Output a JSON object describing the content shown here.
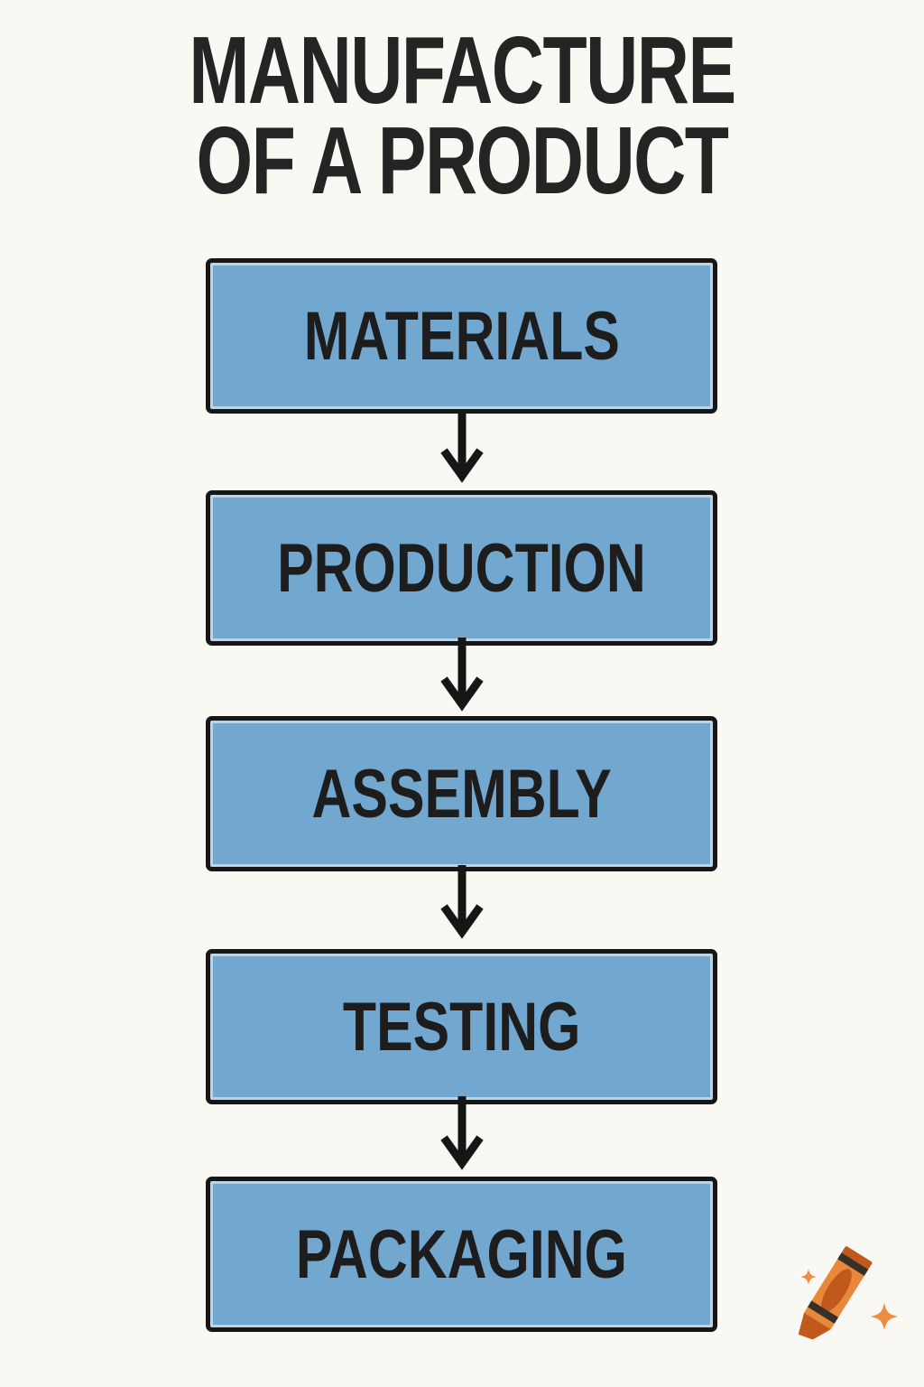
{
  "title": {
    "line1": "MANUFACTURE",
    "line2": "OF A PRODUCT"
  },
  "steps": [
    {
      "label": "MATERIALS"
    },
    {
      "label": "PRODUCTION"
    },
    {
      "label": "ASSEMBLY"
    },
    {
      "label": "TESTING"
    },
    {
      "label": "PACKAGING"
    }
  ],
  "icons": {
    "connector": "arrow-down-icon",
    "watermark": "crayon-icon",
    "watermark_accents": "sparkle-icon"
  },
  "colors": {
    "background": "#FAF8F3",
    "box_fill": "#72A7D0",
    "box_border": "#161616",
    "text": "#1D1D1D",
    "arrow": "#161616",
    "crayon_body": "#E8883B",
    "crayon_dark": "#C2591C",
    "crayon_stripe": "#35302A",
    "sparkle": "#EE8B41"
  }
}
